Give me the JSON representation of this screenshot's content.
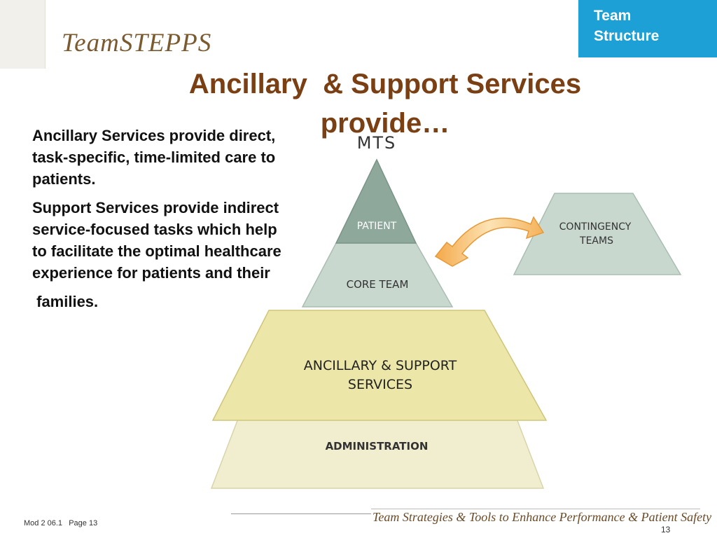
{
  "header": {
    "brand": "TeamSTEPPS",
    "section_tab": [
      "Team",
      "Structure"
    ]
  },
  "slide": {
    "title": "Ancillary  & Support Services\nprovide…",
    "paragraphs": [
      "Ancillary Services provide direct, task-specific, time-limited care to patients.",
      "Support Services provide indirect service-focused tasks which help to facilitate the optimal healthcare experience for patients and their",
      " families."
    ]
  },
  "diagram": {
    "title": "MTS",
    "levels": {
      "patient": "PATIENT",
      "core": "CORE TEAM",
      "ancillary": [
        "ANCILLARY & SUPPORT",
        "SERVICES"
      ],
      "admin": "ADMINISTRATION"
    },
    "contingency": [
      "CONTINGENCY",
      "TEAMS"
    ],
    "colors": {
      "patient": "#8fa89c",
      "core": "#c9d8cf",
      "ancillary": "#ece6a8",
      "admin": "#f1eed0",
      "contingency": "#c9d8cf",
      "arrow": "#f4b25a"
    }
  },
  "footer": {
    "left": "Mod 2 06.1   Page 13",
    "tagline": "Team Strategies & Tools to Enhance Performance & Patient Safety",
    "page_number": "13"
  }
}
